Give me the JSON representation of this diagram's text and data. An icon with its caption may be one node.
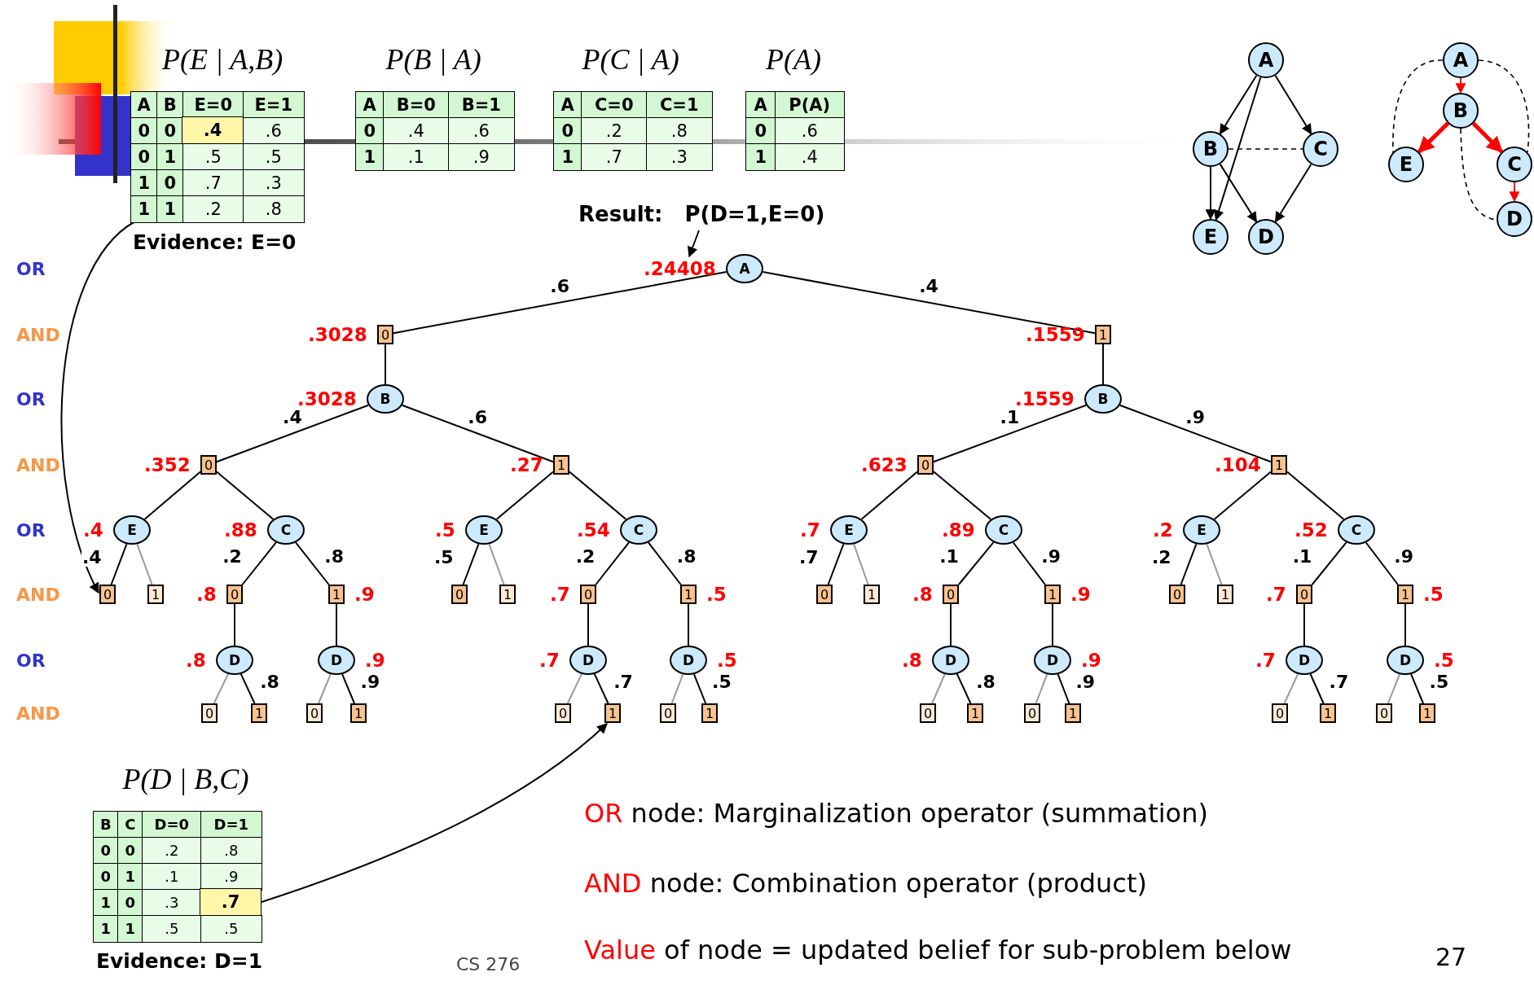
{
  "diagram": {
    "nodes": [
      {
        "text": [
          "A"
        ],
        "beside": [
          ".24408"
        ]
      },
      {
        "text": [
          "0"
        ],
        "beside": [
          ".3028"
        ]
      },
      {
        "text": [
          "1"
        ],
        "beside": [
          ".1559"
        ]
      },
      {
        "text": [
          "B"
        ],
        "beside": [
          ".3028"
        ]
      },
      {
        "text": [
          "B"
        ],
        "beside": [
          ".1559"
        ]
      },
      {
        "text": [
          "0"
        ],
        "beside": [
          ".352"
        ]
      },
      {
        "text": [
          "1"
        ],
        "beside": [
          ".27"
        ]
      },
      {
        "text": [
          "0"
        ],
        "beside": [
          ".623"
        ]
      },
      {
        "text": [
          "1"
        ],
        "beside": [
          ".104"
        ]
      },
      {
        "text": [
          "E"
        ],
        "beside": [
          ".4"
        ]
      },
      {
        "text": [
          "C"
        ],
        "beside": [
          ".88"
        ]
      },
      {
        "text": [
          "E"
        ],
        "beside": [
          ".5"
        ]
      },
      {
        "text": [
          "C"
        ],
        "beside": [
          ".54"
        ]
      },
      {
        "text": [
          "E"
        ],
        "beside": [
          ".7"
        ]
      },
      {
        "text": [
          "C"
        ],
        "beside": [
          ".89"
        ]
      },
      {
        "text": [
          "E"
        ],
        "beside": [
          ".2"
        ]
      },
      {
        "text": [
          "C"
        ],
        "beside": [
          ".52"
        ]
      },
      {
        "text": [
          "0"
        ]
      },
      {
        "text": [
          "1"
        ]
      },
      {
        "text": [
          "0"
        ],
        "beside": [
          ".8"
        ]
      },
      {
        "text": [
          "1"
        ],
        "beside": [
          ".9"
        ]
      },
      {
        "text": [
          "0"
        ]
      },
      {
        "text": [
          "1"
        ]
      },
      {
        "text": [
          "0"
        ],
        "beside": [
          ".7"
        ]
      },
      {
        "text": [
          "1"
        ],
        "beside": [
          ".5"
        ]
      },
      {
        "text": [
          "0"
        ]
      },
      {
        "text": [
          "1"
        ]
      },
      {
        "text": [
          "0"
        ],
        "beside": [
          ".8"
        ]
      },
      {
        "text": [
          "1"
        ],
        "beside": [
          ".9"
        ]
      },
      {
        "text": [
          "0"
        ]
      },
      {
        "text": [
          "1"
        ]
      },
      {
        "text": [
          "0"
        ],
        "beside": [
          ".7"
        ]
      },
      {
        "text": [
          "1"
        ],
        "beside": [
          ".5"
        ]
      },
      {
        "text": [
          "D"
        ],
        "beside": [
          ".8"
        ]
      },
      {
        "text": [
          "D"
        ],
        "beside": [
          ".9"
        ]
      },
      {
        "text": [
          "D"
        ],
        "beside": [
          ".7"
        ]
      },
      {
        "text": [
          "D"
        ],
        "beside": [
          ".5"
        ]
      },
      {
        "text": [
          "D"
        ],
        "beside": [
          ".8"
        ]
      },
      {
        "text": [
          "D"
        ],
        "beside": [
          ".9"
        ]
      },
      {
        "text": [
          "D"
        ],
        "beside": [
          ".7"
        ]
      },
      {
        "text": [
          "D"
        ],
        "beside": [
          ".5"
        ]
      },
      {
        "text": [
          "0"
        ]
      },
      {
        "text": [
          "1"
        ]
      },
      {
        "text": [
          "0"
        ]
      },
      {
        "text": [
          "1"
        ]
      },
      {
        "text": [
          "0"
        ]
      },
      {
        "text": [
          "1"
        ]
      },
      {
        "text": [
          "0"
        ]
      },
      {
        "text": [
          "1"
        ]
      },
      {
        "text": [
          "0"
        ]
      },
      {
        "text": [
          "1"
        ]
      },
      {
        "text": [
          "0"
        ]
      },
      {
        "text": [
          "1"
        ]
      },
      {
        "text": [
          "0"
        ]
      },
      {
        "text": [
          "1"
        ]
      },
      {
        "text": [
          "0"
        ]
      },
      {
        "text": [
          "1"
        ]
      },
      {
        "text": [
          ".4"
        ]
      },
      {
        "text": [
          ".7"
        ]
      },
      {
        "text": [
          "Result:   P(D=1,E=0)"
        ]
      },
      {
        "text": [
          "A"
        ]
      },
      {
        "text": [
          "B"
        ]
      },
      {
        "text": [
          "C"
        ]
      },
      {
        "text": [
          "E"
        ]
      },
      {
        "text": [
          "D"
        ]
      },
      {
        "text": [
          "A"
        ]
      },
      {
        "text": [
          "B"
        ]
      },
      {
        "text": [
          "E"
        ]
      },
      {
        "text": [
          "C"
        ]
      },
      {
        "text": [
          "D"
        ]
      }
    ],
    "edges": [
      {
        "from": 0,
        "to": 1,
        "label": ".6",
        "arrow": "none"
      },
      {
        "from": 0,
        "to": 2,
        "label": ".4",
        "arrow": "none"
      },
      {
        "from": 1,
        "to": 3,
        "arrow": "none"
      },
      {
        "from": 2,
        "to": 4,
        "arrow": "none"
      },
      {
        "from": 3,
        "to": 5,
        "label": ".4",
        "arrow": "none"
      },
      {
        "from": 3,
        "to": 6,
        "label": ".6",
        "arrow": "none"
      },
      {
        "from": 4,
        "to": 7,
        "label": ".1",
        "arrow": "none"
      },
      {
        "from": 4,
        "to": 8,
        "label": ".9",
        "arrow": "none"
      },
      {
        "from": 5,
        "to": 9,
        "arrow": "none"
      },
      {
        "from": 5,
        "to": 10,
        "arrow": "none"
      },
      {
        "from": 6,
        "to": 11,
        "arrow": "none"
      },
      {
        "from": 6,
        "to": 12,
        "arrow": "none"
      },
      {
        "from": 7,
        "to": 13,
        "arrow": "none"
      },
      {
        "from": 7,
        "to": 14,
        "arrow": "none"
      },
      {
        "from": 8,
        "to": 15,
        "arrow": "none"
      },
      {
        "from": 8,
        "to": 16,
        "arrow": "none"
      },
      {
        "from": 9,
        "to": 17,
        "label": ".4",
        "arrow": "none"
      },
      {
        "from": 9,
        "to": 18,
        "arrow": "none",
        "color": "#999999"
      },
      {
        "from": 10,
        "to": 19,
        "label": ".2",
        "arrow": "none"
      },
      {
        "from": 10,
        "to": 20,
        "label": ".8",
        "arrow": "none"
      },
      {
        "from": 11,
        "to": 21,
        "label": ".5",
        "arrow": "none"
      },
      {
        "from": 11,
        "to": 22,
        "arrow": "none",
        "color": "#999999"
      },
      {
        "from": 12,
        "to": 23,
        "label": ".2",
        "arrow": "none"
      },
      {
        "from": 12,
        "to": 24,
        "label": ".8",
        "arrow": "none"
      },
      {
        "from": 13,
        "to": 25,
        "label": ".7",
        "arrow": "none"
      },
      {
        "from": 13,
        "to": 26,
        "arrow": "none",
        "color": "#999999"
      },
      {
        "from": 14,
        "to": 27,
        "label": ".1",
        "arrow": "none"
      },
      {
        "from": 14,
        "to": 28,
        "label": ".9",
        "arrow": "none"
      },
      {
        "from": 15,
        "to": 29,
        "label": ".2",
        "arrow": "none"
      },
      {
        "from": 15,
        "to": 30,
        "arrow": "none",
        "color": "#999999"
      },
      {
        "from": 16,
        "to": 31,
        "label": ".1",
        "arrow": "none"
      },
      {
        "from": 16,
        "to": 32,
        "label": ".9",
        "arrow": "none"
      },
      {
        "from": 19,
        "to": 33,
        "arrow": "none"
      },
      {
        "from": 20,
        "to": 34,
        "arrow": "none"
      },
      {
        "from": 23,
        "to": 35,
        "arrow": "none"
      },
      {
        "from": 24,
        "to": 36,
        "arrow": "none"
      },
      {
        "from": 27,
        "to": 37,
        "arrow": "none"
      },
      {
        "from": 28,
        "to": 38,
        "arrow": "none"
      },
      {
        "from": 31,
        "to": 39,
        "arrow": "none"
      },
      {
        "from": 32,
        "to": 40,
        "arrow": "none"
      },
      {
        "from": 33,
        "to": 41,
        "arrow": "none",
        "color": "#999999"
      },
      {
        "from": 33,
        "to": 42,
        "label": ".8",
        "arrow": "none"
      },
      {
        "from": 34,
        "to": 43,
        "arrow": "none",
        "color": "#999999"
      },
      {
        "from": 34,
        "to": 44,
        "label": ".9",
        "arrow": "none"
      },
      {
        "from": 35,
        "to": 45,
        "arrow": "none",
        "color": "#999999"
      },
      {
        "from": 35,
        "to": 46,
        "label": ".7",
        "arrow": "none"
      },
      {
        "from": 36,
        "to": 47,
        "arrow": "none",
        "color": "#999999"
      },
      {
        "from": 36,
        "to": 48,
        "label": ".5",
        "arrow": "none"
      },
      {
        "from": 37,
        "to": 49,
        "arrow": "none",
        "color": "#999999"
      },
      {
        "from": 37,
        "to": 50,
        "label": ".8",
        "arrow": "none"
      },
      {
        "from": 38,
        "to": 51,
        "arrow": "none",
        "color": "#999999"
      },
      {
        "from": 38,
        "to": 52,
        "label": ".9",
        "arrow": "none"
      },
      {
        "from": 39,
        "to": 53,
        "arrow": "none",
        "color": "#999999"
      },
      {
        "from": 39,
        "to": 54,
        "label": ".7",
        "arrow": "none"
      },
      {
        "from": 40,
        "to": 55,
        "arrow": "none",
        "color": "#999999"
      },
      {
        "from": 40,
        "to": 56,
        "label": ".5",
        "arrow": "none"
      },
      {
        "from": 57,
        "to": 17,
        "arrow": "to"
      },
      {
        "from": 58,
        "to": 46,
        "arrow": "to"
      },
      {
        "from": 59,
        "to": 0,
        "arrow": "to"
      },
      {
        "from": 60,
        "to": 61,
        "arrow": "to"
      },
      {
        "from": 60,
        "to": 62,
        "arrow": "to"
      },
      {
        "from": 60,
        "to": 63,
        "arrow": "to"
      },
      {
        "from": 61,
        "to": 63,
        "arrow": "to"
      },
      {
        "from": 61,
        "to": 64,
        "arrow": "to"
      },
      {
        "from": 62,
        "to": 64,
        "arrow": "to"
      },
      {
        "from": 61,
        "to": 62,
        "arrow": "none",
        "style": "dashed"
      },
      {
        "from": 65,
        "to": 66,
        "arrow": "to",
        "color": "#ff0000"
      },
      {
        "from": 66,
        "to": 67,
        "arrow": "to",
        "style": "thick",
        "color": "#ff0000"
      },
      {
        "from": 66,
        "to": 68,
        "arrow": "to",
        "style": "thick",
        "color": "#ff0000"
      },
      {
        "from": 68,
        "to": 69,
        "arrow": "to",
        "color": "#ff0000"
      },
      {
        "from": 65,
        "to": 67,
        "arrow": "none",
        "style": "dashed"
      },
      {
        "from": 65,
        "to": 68,
        "arrow": "none",
        "style": "dashed"
      },
      {
        "from": 66,
        "to": 69,
        "arrow": "none",
        "style": "dashed"
      }
    ],
    "labels": [
      "P(E | A,B)",
      "P(B | A)",
      "P(C | A)",
      "P(A)",
      "A",
      "B",
      "E=0",
      "E=1",
      "0",
      "0",
      ".6",
      "0",
      "1",
      ".5",
      ".5",
      "1",
      "0",
      ".7",
      ".3",
      "1",
      "1",
      ".2",
      ".8",
      "A",
      "B=0",
      "B=1",
      "0",
      ".4",
      ".6",
      "1",
      ".1",
      ".9",
      "A",
      "C=0",
      "C=1",
      "0",
      ".2",
      ".8",
      "1",
      ".7",
      ".3",
      "A",
      "P(A)",
      "0",
      ".6",
      "1",
      ".4",
      "Evidence: E=0",
      "OR",
      "AND",
      "OR",
      "AND",
      "OR",
      "AND",
      "OR",
      "AND",
      "P(D | B,C)",
      "B",
      "C",
      "D=0",
      "D=1",
      "0",
      "0",
      ".2",
      ".8",
      "0",
      "1",
      ".1",
      ".9",
      "1",
      "0",
      ".3",
      "1",
      "1",
      ".5",
      ".5",
      "Evidence: D=1",
      "**OR** node: Marginalization operator (summation)",
      "**AND** node: Combination operator (product)",
      "**Value** of node = updated belief for sub-problem below",
      "CS 276",
      "27"
    ]
  }
}
